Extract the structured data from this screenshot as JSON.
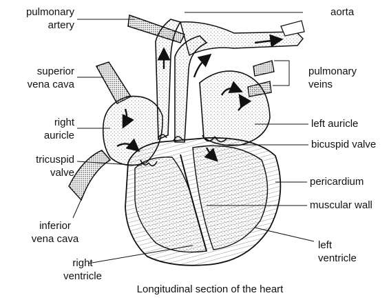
{
  "caption": "Longitudinal section of the heart",
  "labels": {
    "pulmonary_artery": "pulmonary\nartery",
    "aorta": "aorta",
    "superior_vena_cava": "superior\nvena cava",
    "pulmonary_veins": "pulmonary\nveins",
    "right_auricle": "right\nauricle",
    "left_auricle": "left auricle",
    "bicuspid_valve": "bicuspid valve",
    "tricuspid_valve": "tricuspid\nvalve",
    "pericardium": "pericardium",
    "muscular_wall": "muscular wall",
    "inferior_vena_cava": "inferior\nvena cava",
    "left_ventricle": "left\nventricle",
    "right_ventricle": "right\nventricle"
  },
  "colors": {
    "ink": "#111111",
    "paper": "#ffffff",
    "stipple": "#555555"
  }
}
